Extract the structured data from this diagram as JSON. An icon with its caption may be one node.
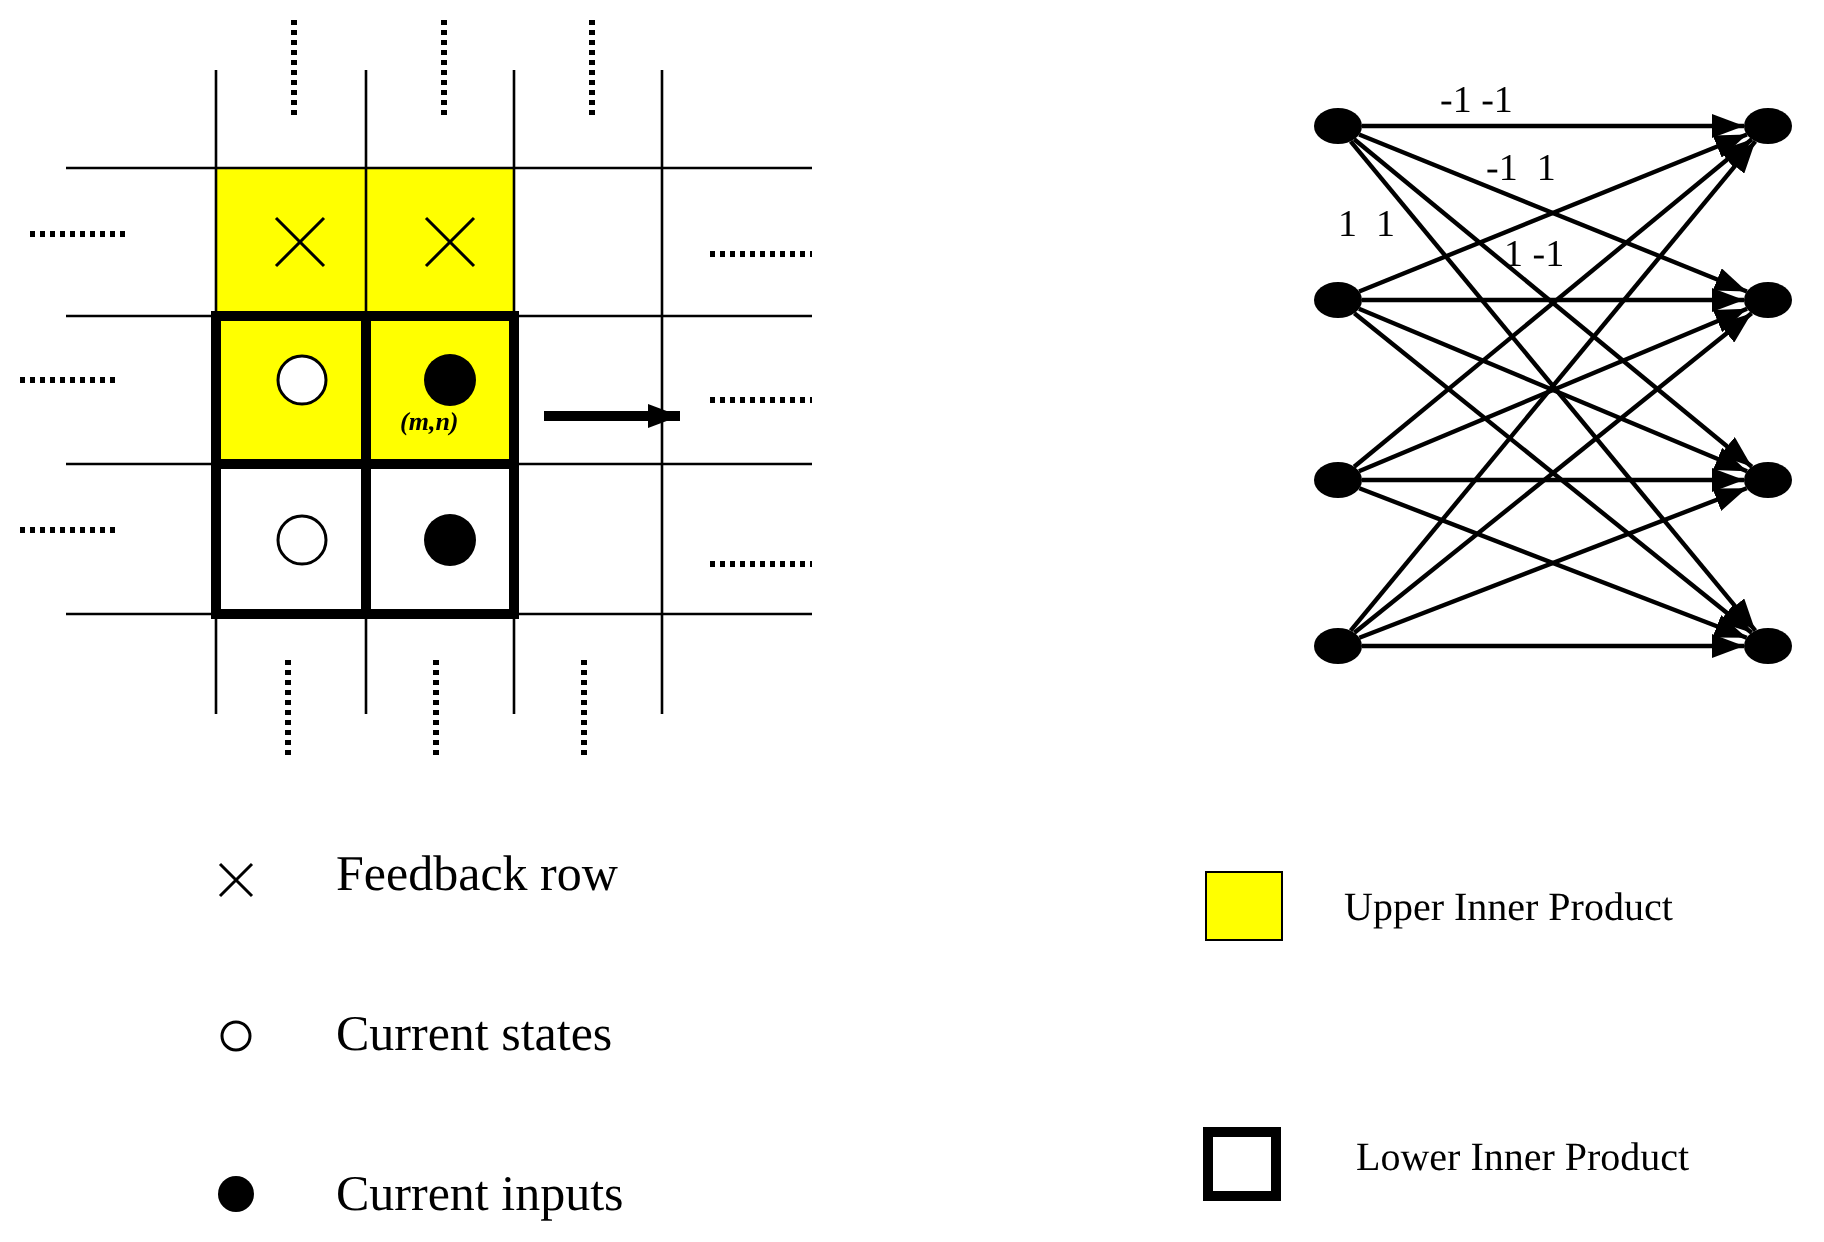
{
  "diagram": {
    "nodes": [
      {
        "text": [],
        "shape": "circle"
      },
      {
        "text": [],
        "shape": "circle"
      },
      {
        "text": [],
        "shape": "circle"
      },
      {
        "text": [],
        "shape": "circle"
      },
      {
        "text": [],
        "shape": "circle"
      },
      {
        "text": [],
        "shape": "circle"
      },
      {
        "text": [],
        "shape": "circle"
      },
      {
        "text": [],
        "shape": "circle"
      }
    ],
    "edges": [
      {
        "from": 0,
        "to": 4,
        "arrow": "to"
      },
      {
        "from": 0,
        "to": 5,
        "arrow": "to"
      },
      {
        "from": 0,
        "to": 6,
        "arrow": "to"
      },
      {
        "from": 0,
        "to": 7,
        "arrow": "to"
      },
      {
        "from": 1,
        "to": 4,
        "arrow": "to"
      },
      {
        "from": 1,
        "to": 5,
        "arrow": "to"
      },
      {
        "from": 1,
        "to": 6,
        "arrow": "to"
      },
      {
        "from": 1,
        "to": 7,
        "arrow": "to"
      },
      {
        "from": 2,
        "to": 4,
        "arrow": "to"
      },
      {
        "from": 2,
        "to": 5,
        "arrow": "to"
      },
      {
        "from": 2,
        "to": 6,
        "arrow": "to"
      },
      {
        "from": 2,
        "to": 7,
        "arrow": "to"
      },
      {
        "from": 3,
        "to": 4,
        "arrow": "to"
      },
      {
        "from": 3,
        "to": 5,
        "arrow": "to"
      },
      {
        "from": 3,
        "to": 6,
        "arrow": "to"
      },
      {
        "from": 3,
        "to": 7,
        "arrow": "to"
      }
    ],
    "labels": [
      "(m,n)",
      "-1 -1",
      "-1  1",
      "1  1",
      "1 -1"
    ],
    "legend": [
      {
        "text": "Feedback row"
      },
      {
        "text": "Current states"
      },
      {
        "text": "Current inputs"
      },
      {
        "text": "Upper Inner Product",
        "color": "#ffff00"
      },
      {
        "text": "Lower Inner Product"
      }
    ]
  }
}
